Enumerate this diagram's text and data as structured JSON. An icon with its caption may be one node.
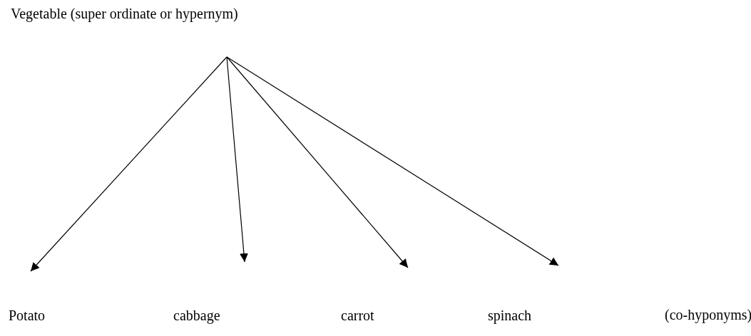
{
  "diagram": {
    "nodes": [
      {
        "text": [
          "Potato"
        ]
      },
      {
        "text": [
          "cabbage"
        ]
      },
      {
        "text": [
          "carrot"
        ]
      },
      {
        "text": [
          "spinach"
        ]
      }
    ],
    "edges": [
      {
        "from": null,
        "to": 0,
        "arrow": "to"
      },
      {
        "from": null,
        "to": 1,
        "arrow": "to"
      },
      {
        "from": null,
        "to": 2,
        "arrow": "to"
      },
      {
        "from": null,
        "to": 3,
        "arrow": "to"
      }
    ],
    "labels": [
      "Vegetable (super ordinate or hypernym)",
      "(co-hyponyms)"
    ]
  }
}
